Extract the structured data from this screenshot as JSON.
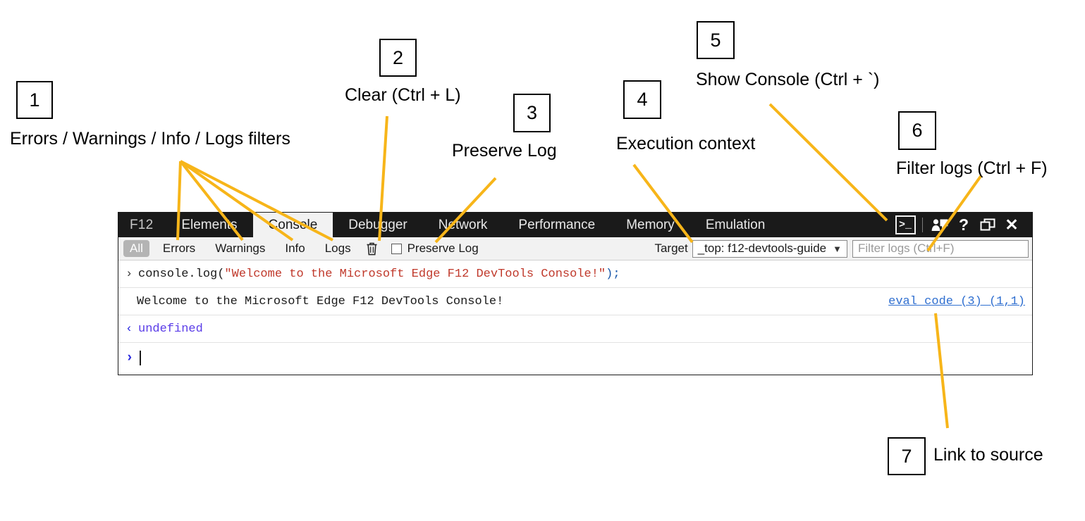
{
  "annotations": [
    {
      "num": "1",
      "label": "Errors / Warnings / Info / Logs filters"
    },
    {
      "num": "2",
      "label": "Clear (Ctrl + L)"
    },
    {
      "num": "3",
      "label": "Preserve Log"
    },
    {
      "num": "4",
      "label": "Execution context"
    },
    {
      "num": "5",
      "label": "Show Console (Ctrl + `)"
    },
    {
      "num": "6",
      "label": "Filter logs (Ctrl + F)"
    },
    {
      "num": "7",
      "label": "Link to source"
    }
  ],
  "accent_color": "#f7b519",
  "devtools": {
    "brand": "F12",
    "tabs": [
      {
        "label": "Elements",
        "active": false
      },
      {
        "label": "Console",
        "active": true
      },
      {
        "label": "Debugger",
        "active": false
      },
      {
        "label": "Network",
        "active": false
      },
      {
        "label": "Performance",
        "active": false
      },
      {
        "label": "Memory",
        "active": false
      },
      {
        "label": "Emulation",
        "active": false
      }
    ],
    "tool_icons": [
      {
        "name": "show-console-icon",
        "glyph": ">_"
      },
      {
        "name": "feedback-icon",
        "glyph": ""
      },
      {
        "name": "help-icon",
        "glyph": "?"
      },
      {
        "name": "dock-icon",
        "glyph": ""
      },
      {
        "name": "close-icon",
        "glyph": "✕"
      }
    ],
    "filterbar": {
      "filters": [
        {
          "label": "All",
          "selected": true
        },
        {
          "label": "Errors",
          "selected": false
        },
        {
          "label": "Warnings",
          "selected": false
        },
        {
          "label": "Info",
          "selected": false
        },
        {
          "label": "Logs",
          "selected": false
        }
      ],
      "clear_icon": "trash-icon",
      "preserve_log_label": "Preserve Log",
      "preserve_log_checked": false,
      "target_label": "Target",
      "target_value": "_top: f12-devtools-guide",
      "filter_placeholder": "Filter logs (Ctrl+F)",
      "filter_value": ""
    },
    "console": {
      "input_row": {
        "gutter": "›",
        "code_prefix": "console.log(",
        "code_string": "\"Welcome to the Microsoft Edge F12 DevTools Console!\"",
        "code_suffix": ");"
      },
      "output_row": {
        "text": "Welcome to the Microsoft Edge F12 DevTools Console!",
        "source_link": "eval code (3) (1,1)"
      },
      "result_row": {
        "gutter": "‹",
        "value": "undefined"
      },
      "prompt_row": {
        "gutter": "›",
        "value": ""
      }
    }
  }
}
